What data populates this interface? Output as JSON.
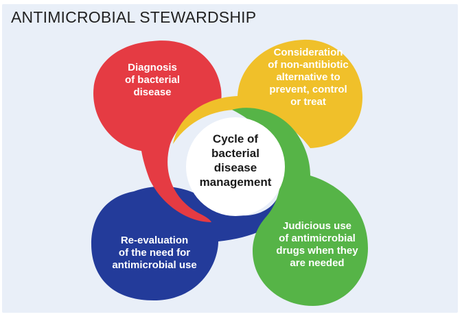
{
  "title": "ANTIMICROBIAL STEWARDSHIP",
  "center": {
    "label": "Cycle of\nbacterial\ndisease\nmanagement"
  },
  "segments": [
    {
      "id": "diagnosis",
      "label": "Diagnosis\nof bacterial\ndisease",
      "color": "#e53b43"
    },
    {
      "id": "alternatives",
      "label": "Consideration\nof non-antibiotic\nalternative to\nprevent, control\nor treat",
      "color": "#f0c02a"
    },
    {
      "id": "judicious-use",
      "label": "Judicious use\nof antimicrobial\ndrugs when they\nare needed",
      "color": "#56b447"
    },
    {
      "id": "re-evaluation",
      "label": "Re-evaluation\nof the need for\nantimicrobial use",
      "color": "#233b9a"
    }
  ],
  "colors": {
    "panel": "#e9eff8",
    "center_circle": "#ffffff",
    "title_text": "#222222"
  }
}
